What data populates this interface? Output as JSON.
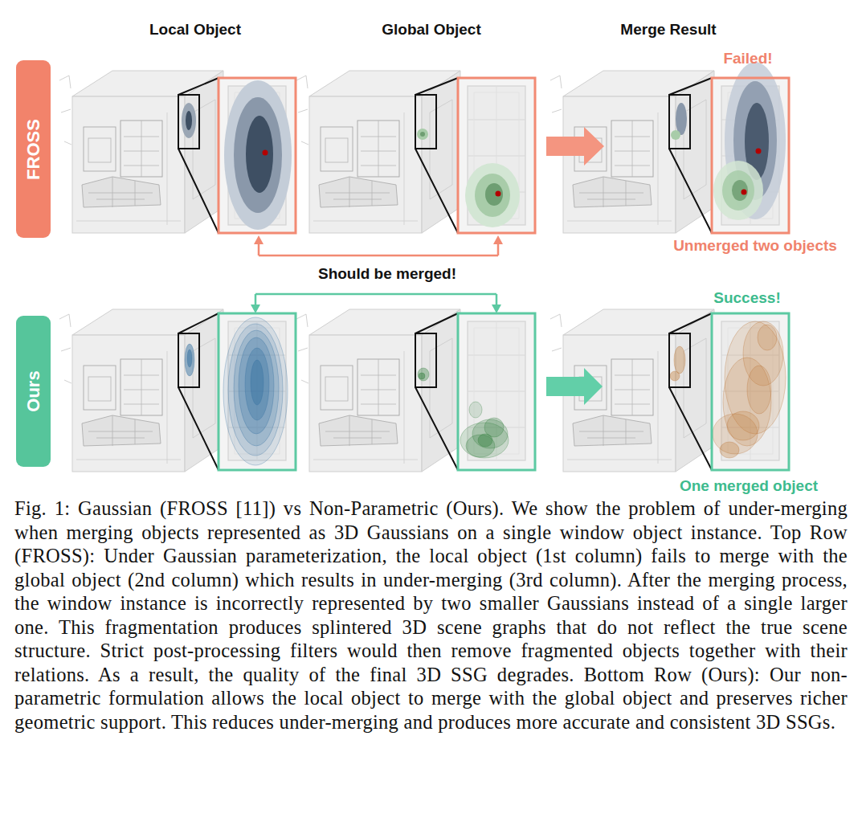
{
  "diagram": {
    "caption": "Fig. 1: Gaussian (FROSS [11]) vs Non-Parametric (Ours). We show the problem of under-merging when merging objects represented as 3D Gaussians on a single window object instance. Top Row (FROSS): Under Gaussian parameterization, the local object (1st column) fails to merge with the global object (2nd column) which results in under-merging (3rd column). After the merging process, the window instance is incorrectly represented by two smaller Gaussians instead of a single larger one. This fragmentation produces splintered 3D scene graphs that do not reflect the true scene structure. Strict post-processing filters would then remove fragmented objects together with their relations. As a result, the quality of the final 3D SSG degrades. Bottom Row (Ours): Our non-parametric formulation allows the local object to merge with the global object and preserves richer geometric support. This reduces under-merging and produces more accurate and consistent 3D SSGs.",
    "nodes": [
      {
        "text": [
          "FROSS"
        ]
      },
      {
        "text": [
          "Ours"
        ]
      }
    ],
    "labels": [
      "Local Object",
      "Global Object",
      "Merge Result",
      "Failed!",
      "Unmerged two objects",
      "Should be merged!",
      "Success!",
      "One merged object"
    ]
  }
}
